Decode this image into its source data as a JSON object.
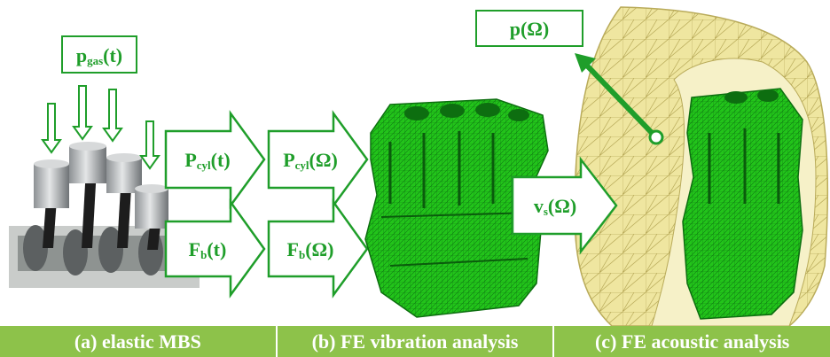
{
  "colors": {
    "accent": "#1f9e2a",
    "mesh_green": "#22c41a",
    "mesh_dark": "#0d6e10",
    "acoustic_yellow": "#efe6a0",
    "caption_bg": "#8dc24a"
  },
  "labels": {
    "pgas": {
      "main": "p",
      "sub": "gas",
      "arg": "(t)"
    },
    "pcyl_t": {
      "main": "P",
      "sub": "cyl",
      "arg": "(t)"
    },
    "fb_t": {
      "main": "F",
      "sub": "b",
      "arg": "(t)"
    },
    "pcyl_omega": {
      "main": "P",
      "sub": "cyl",
      "arg": "(Ω)"
    },
    "fb_omega": {
      "main": "F",
      "sub": "b",
      "arg": "(Ω)"
    },
    "vs_omega": {
      "main": "v",
      "sub": "s",
      "arg": "(Ω)"
    },
    "p_omega": {
      "main": "p",
      "sub": "",
      "arg": "(Ω)"
    }
  },
  "captions": [
    "(a) elastic MBS",
    "(b) FE vibration analysis",
    "(c) FE acoustic analysis"
  ],
  "icons": [
    "crankshaft-piston-assembly",
    "engine-block-fe-mesh",
    "acoustic-fe-mesh"
  ]
}
